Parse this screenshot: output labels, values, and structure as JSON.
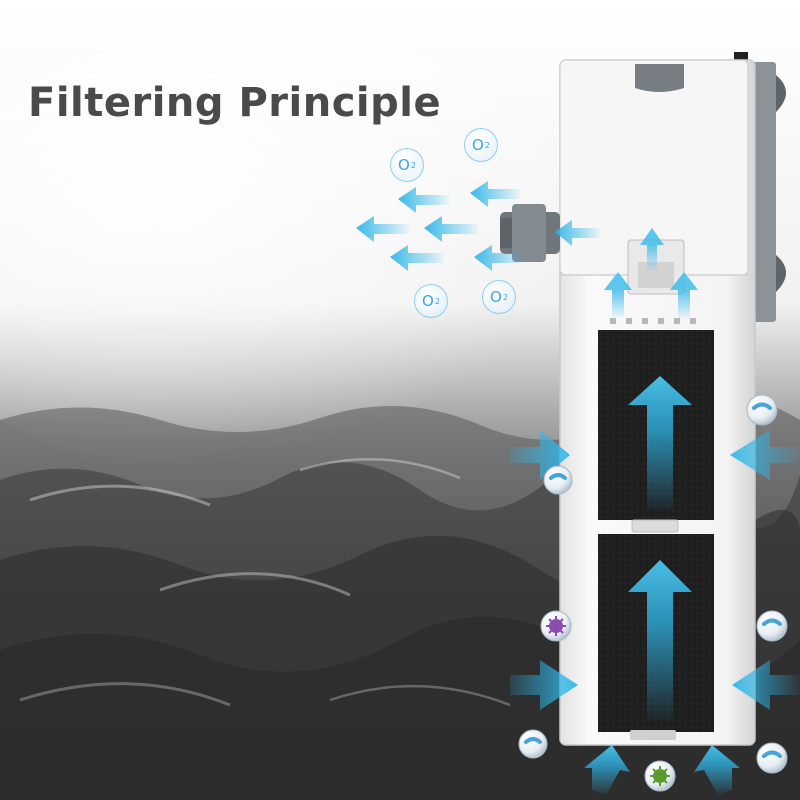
{
  "title": "Filtering Principle",
  "oxygen_label": "O",
  "oxygen_subscript": "2",
  "icons": [
    "oxygen-bubble-icon",
    "flow-arrow-icon",
    "bacteria-icon",
    "particle-bubble-icon"
  ],
  "colors": {
    "arrow": "#2fb6e8",
    "title": "#4a4a4a",
    "sponge": "#1c1c1c",
    "filter_body": "#f2f2f2"
  }
}
